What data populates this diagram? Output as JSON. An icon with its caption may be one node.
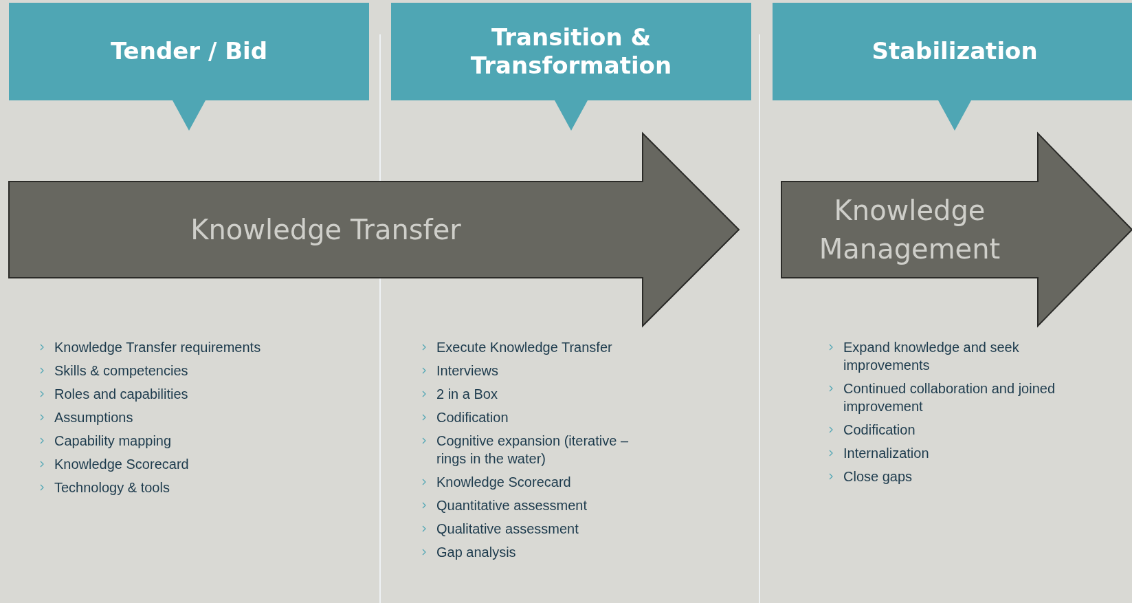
{
  "diagram": {
    "nodes": [
      {
        "text": [
          "Tender / Bid"
        ]
      },
      {
        "text": [
          "Transition & Transformation"
        ]
      },
      {
        "text": [
          "Stabilization"
        ]
      },
      {
        "text": [
          "Knowledge Transfer"
        ]
      },
      {
        "text": [
          "Knowledge Management"
        ]
      }
    ],
    "labels": [
      "Knowledge Transfer requirements",
      "Skills & competencies",
      "Roles and capabilities",
      "Assumptions",
      "Capability mapping",
      "Knowledge Scorecard",
      "Technology & tools",
      "Execute Knowledge Transfer",
      "Interviews",
      "2 in a Box",
      "Codification",
      "Cognitive expansion (iterative – rings in the water)",
      "Knowledge Scorecard",
      "Quantitative assessment",
      "Qualitative assessment",
      "Gap analysis",
      "Expand knowledge and seek improvements",
      "Continued collaboration and joined improvement",
      "Codification",
      "Internalization",
      "Close gaps"
    ]
  }
}
